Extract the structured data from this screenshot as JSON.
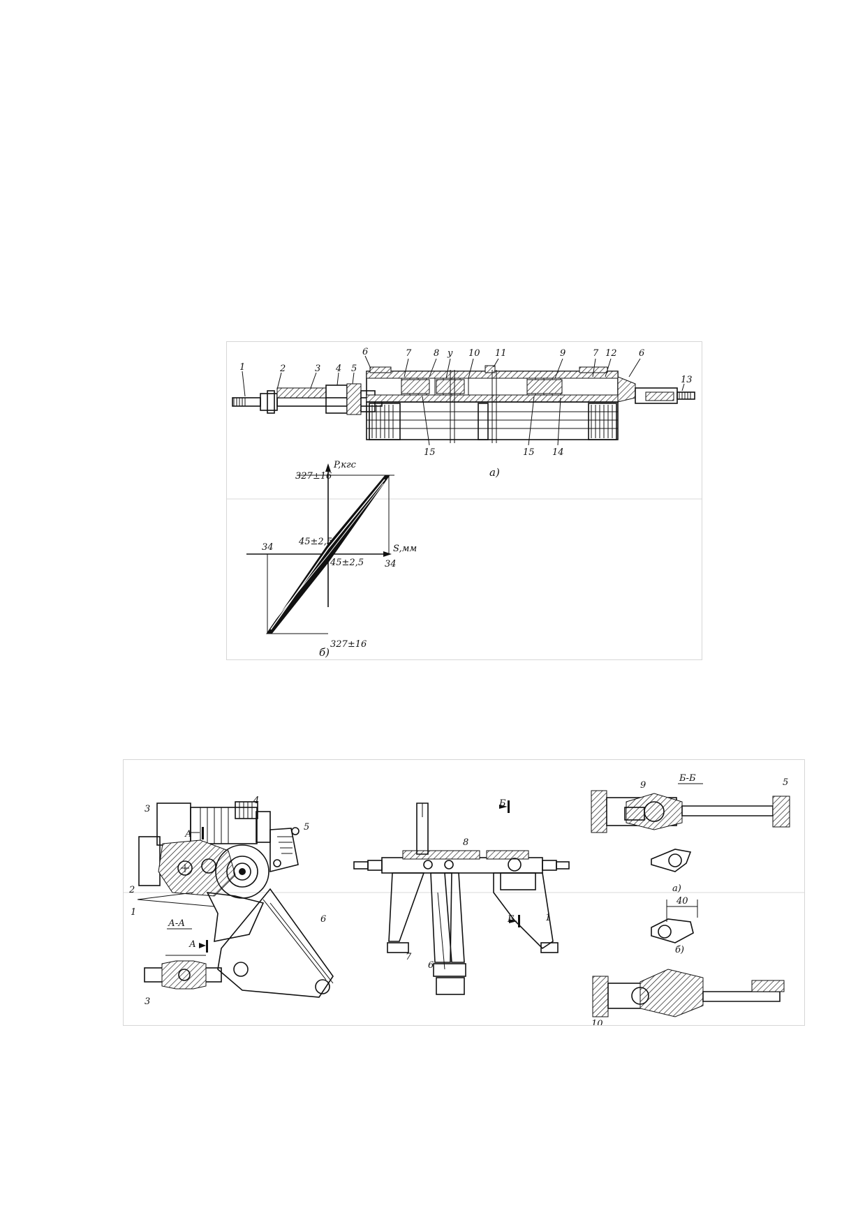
{
  "figure1": {
    "subfig_a_label": "а)",
    "subfig_b_label": "б)",
    "callouts_top": [
      "1",
      "2",
      "3",
      "4",
      "5",
      "6",
      "7",
      "8",
      "у",
      "10",
      "11",
      "9",
      "7",
      "12",
      "6",
      "13"
    ],
    "callouts_bottom": [
      "15",
      "15",
      "14"
    ],
    "graph": {
      "y_axis_label": "P,кгс",
      "x_axis_label": "S,мм",
      "top_value": "327±16",
      "bottom_value": "327±16",
      "left_x_value": "34",
      "right_x_value": "34",
      "upper_offset": "45±2,5",
      "lower_offset": "45±2,5"
    }
  },
  "figure2": {
    "section_aa": "А-А",
    "section_bb": "Б-Б",
    "mark_a": "А",
    "mark_b": "Б",
    "subfig_a_label": "а)",
    "subfig_b_label": "б)",
    "dimension": "40",
    "left_callouts": [
      "3",
      "4",
      "5",
      "2",
      "1",
      "6",
      "3"
    ],
    "middle_callouts": [
      "8",
      "7",
      "6",
      "1"
    ],
    "right_callouts": [
      "9",
      "5",
      "10"
    ]
  }
}
